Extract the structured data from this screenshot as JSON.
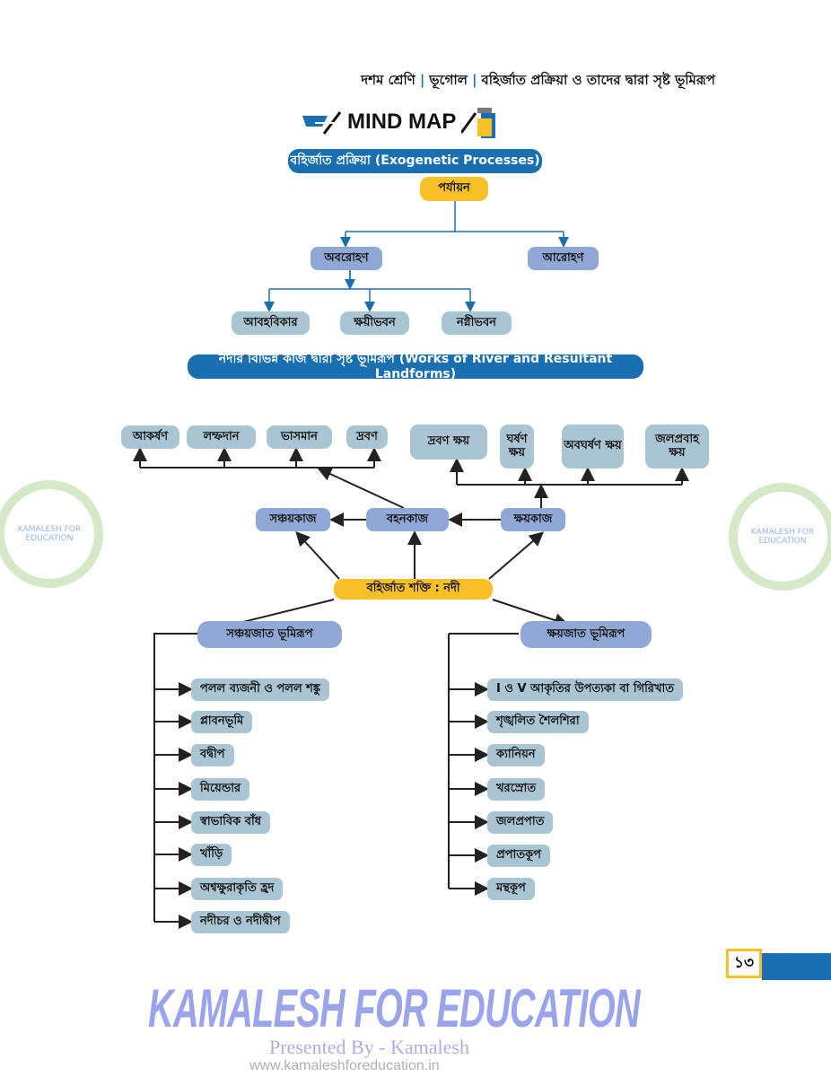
{
  "header": {
    "class": "দশম শ্রেণি",
    "subject": "ভূগোল",
    "chapter": "বহির্জাত প্রক্রিয়া ও তাদের দ্বারা সৃষ্ট ভূমিরূপ"
  },
  "mind_map_title": "MIND MAP",
  "section1": {
    "banner": "বহির্জাত প্রক্রিয়া (Exogenetic Processes)",
    "root": "পর্যায়ন",
    "down": "অবরোহণ",
    "up": "আরোহণ",
    "children": [
      "আবহবিকার",
      "ক্ষয়ীভবন",
      "নগ্নীভবন"
    ]
  },
  "section2": {
    "banner": "নদীর বিভিন্ন কাজ দ্বারা সৃষ্ট ভূমিরূপ (Works of River and Resultant Landforms)",
    "transport_types": [
      "আকর্ষণ",
      "লম্ফদান",
      "ভাসমান",
      "দ্রবণ"
    ],
    "erosion_types": [
      "দ্রবণ ক্ষয়",
      "ঘর্ষণ ক্ষয়",
      "অবঘর্ষণ ক্ষয়",
      "জলপ্রবাহ ক্ষয়"
    ],
    "deposition": "সঞ্চয়কাজ",
    "transport": "বহনকাজ",
    "erosion": "ক্ষয়কাজ",
    "center": "বহির্জাত শক্তি : নদী",
    "dep_heading": "সঞ্চয়জাত ভূমিরূপ",
    "dep_items": [
      "পলল ব্যজনী ও পলল শঙ্কু",
      "প্লাবনভূমি",
      "বদ্বীপ",
      "মিয়েন্ডার",
      "স্বাভাবিক বাঁধ",
      "খাঁড়ি",
      "অশ্বক্ষুরাকৃতি হ্রদ",
      "নদীচর ও নদীদ্বীপ"
    ],
    "ero_heading": "ক্ষয়জাত ভূমিরূপ",
    "ero_items": [
      "I ও V আকৃতির উপত্যকা বা গিরিখাত",
      "শৃঙ্খলিত শৈলশিরা",
      "ক্যানিয়ন",
      "খরস্রোত",
      "জলপ্রপাত",
      "প্রপাতকূপ",
      "মন্থকূপ"
    ]
  },
  "watermark": {
    "main": "KAMALESH FOR EDUCATION",
    "presented": "Presented By - Kamalesh",
    "url": "www.kamaleshforeducation.in",
    "logo_text": "KAMALESH FOR EDUCATION"
  },
  "page_number": "১৩"
}
